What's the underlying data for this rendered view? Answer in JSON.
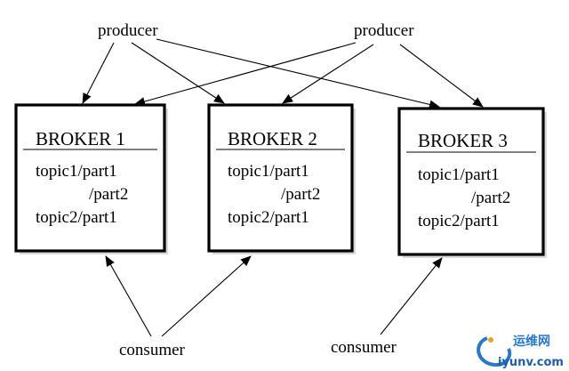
{
  "producers": [
    "producer",
    "producer"
  ],
  "consumers": [
    "consumer",
    "consumer"
  ],
  "brokers": [
    {
      "title": "BROKER 1",
      "lines": [
        "topic1/part1",
        "/part2",
        "topic2/part1"
      ]
    },
    {
      "title": "BROKER 2",
      "lines": [
        "topic1/part1",
        "/part2",
        "topic2/part1"
      ]
    },
    {
      "title": "BROKER 3",
      "lines": [
        "topic1/part1",
        "/part2",
        "topic2/part1"
      ]
    }
  ],
  "watermark": {
    "cn": "运维网",
    "en": "iyunv.com"
  },
  "colors": {
    "stroke": "#000000",
    "shadow": "#d9d9d9",
    "watermark": "#2a78c8"
  }
}
